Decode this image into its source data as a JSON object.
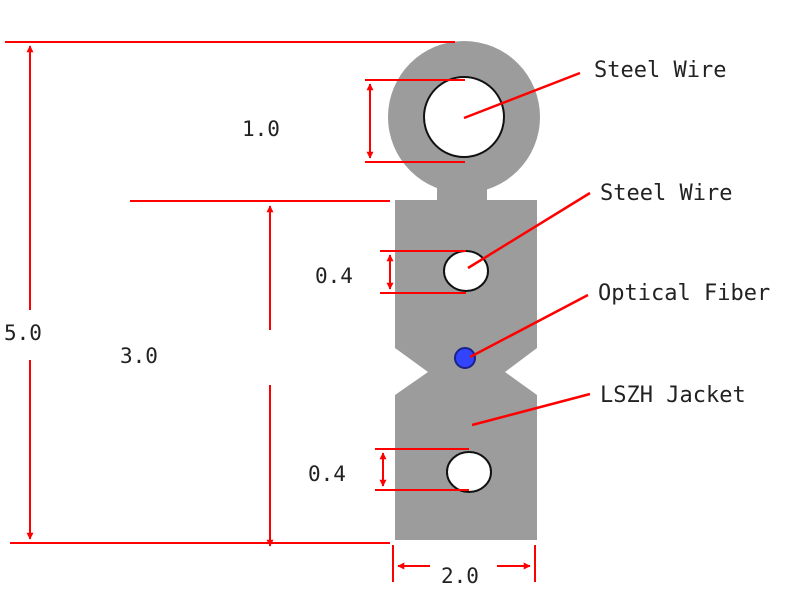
{
  "colors": {
    "jacket": "#9c9c9c",
    "dimension": "#ff0000",
    "fiber": "#3344ff",
    "hole": "#ffffff"
  },
  "callouts": {
    "steel_wire_top": "Steel Wire",
    "steel_wire_mid": "Steel Wire",
    "optical_fiber": "Optical Fiber",
    "jacket": "LSZH Jacket"
  },
  "dimensions": {
    "total_height": "5.0",
    "body_height": "3.0",
    "messenger_diameter": "1.0",
    "upper_wire_diameter": "0.4",
    "lower_wire_diameter": "0.4",
    "width": "2.0"
  }
}
